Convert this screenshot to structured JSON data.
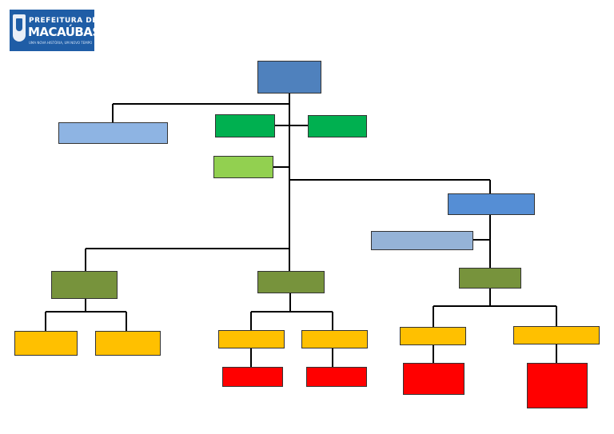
{
  "logo": {
    "line1": "PREFEITURA DE",
    "line2": "MACAÚBAS",
    "tagline": "UMA NOVA HISTÓRIA, UM NOVO TEMPO"
  },
  "colors": {
    "dark_blue": "#4f81bd",
    "medium_blue": "#558ed5",
    "light_blue": "#8eb4e3",
    "pale_blue": "#95b3d7",
    "green": "#00b050",
    "light_green": "#92d050",
    "olive": "#77933c",
    "amber": "#ffc000",
    "red": "#ff0000",
    "line": "#000000"
  }
}
